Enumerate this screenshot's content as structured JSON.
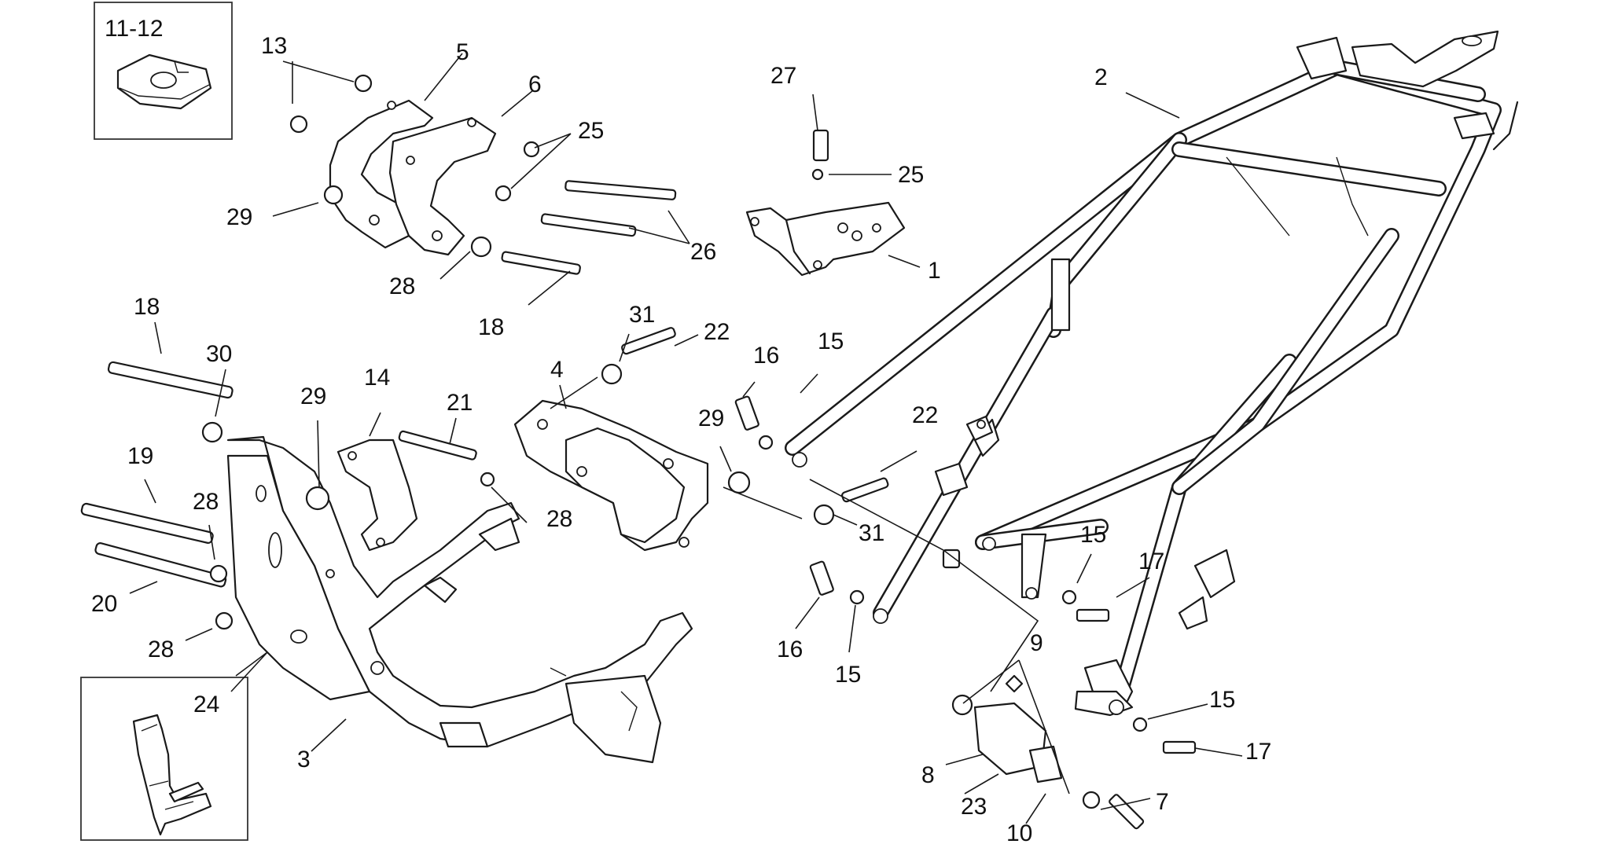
{
  "callouts": [
    {
      "id": "c1112",
      "text": "11-12"
    },
    {
      "id": "c13",
      "text": "13"
    },
    {
      "id": "c5",
      "text": "5"
    },
    {
      "id": "c6",
      "text": "6"
    },
    {
      "id": "c25a",
      "text": "25"
    },
    {
      "id": "c29a",
      "text": "29"
    },
    {
      "id": "c26",
      "text": "26"
    },
    {
      "id": "c28a",
      "text": "28"
    },
    {
      "id": "c18a",
      "text": "18"
    },
    {
      "id": "c27",
      "text": "27"
    },
    {
      "id": "c25b",
      "text": "25"
    },
    {
      "id": "c1",
      "text": "1"
    },
    {
      "id": "c2",
      "text": "2"
    },
    {
      "id": "c18b",
      "text": "18"
    },
    {
      "id": "c30",
      "text": "30"
    },
    {
      "id": "c31a",
      "text": "31"
    },
    {
      "id": "c22a",
      "text": "22"
    },
    {
      "id": "c4",
      "text": "4"
    },
    {
      "id": "c16a",
      "text": "16"
    },
    {
      "id": "c15a",
      "text": "15"
    },
    {
      "id": "c29b",
      "text": "29"
    },
    {
      "id": "c14",
      "text": "14"
    },
    {
      "id": "c21",
      "text": "21"
    },
    {
      "id": "c29c",
      "text": "29"
    },
    {
      "id": "c22b",
      "text": "22"
    },
    {
      "id": "c19",
      "text": "19"
    },
    {
      "id": "c28b",
      "text": "28"
    },
    {
      "id": "c28c",
      "text": "28"
    },
    {
      "id": "c31b",
      "text": "31"
    },
    {
      "id": "c15b",
      "text": "15"
    },
    {
      "id": "c17a",
      "text": "17"
    },
    {
      "id": "c20",
      "text": "20"
    },
    {
      "id": "c16b",
      "text": "16"
    },
    {
      "id": "c15c",
      "text": "15"
    },
    {
      "id": "c28d",
      "text": "28"
    },
    {
      "id": "c9",
      "text": "9"
    },
    {
      "id": "c24",
      "text": "24"
    },
    {
      "id": "c15d",
      "text": "15"
    },
    {
      "id": "c17b",
      "text": "17"
    },
    {
      "id": "c3",
      "text": "3"
    },
    {
      "id": "c8",
      "text": "8"
    },
    {
      "id": "c23",
      "text": "23"
    },
    {
      "id": "c7",
      "text": "7"
    },
    {
      "id": "c10",
      "text": "10"
    }
  ],
  "colors": {
    "ink": "#1a1a1a",
    "background": "#ffffff"
  }
}
